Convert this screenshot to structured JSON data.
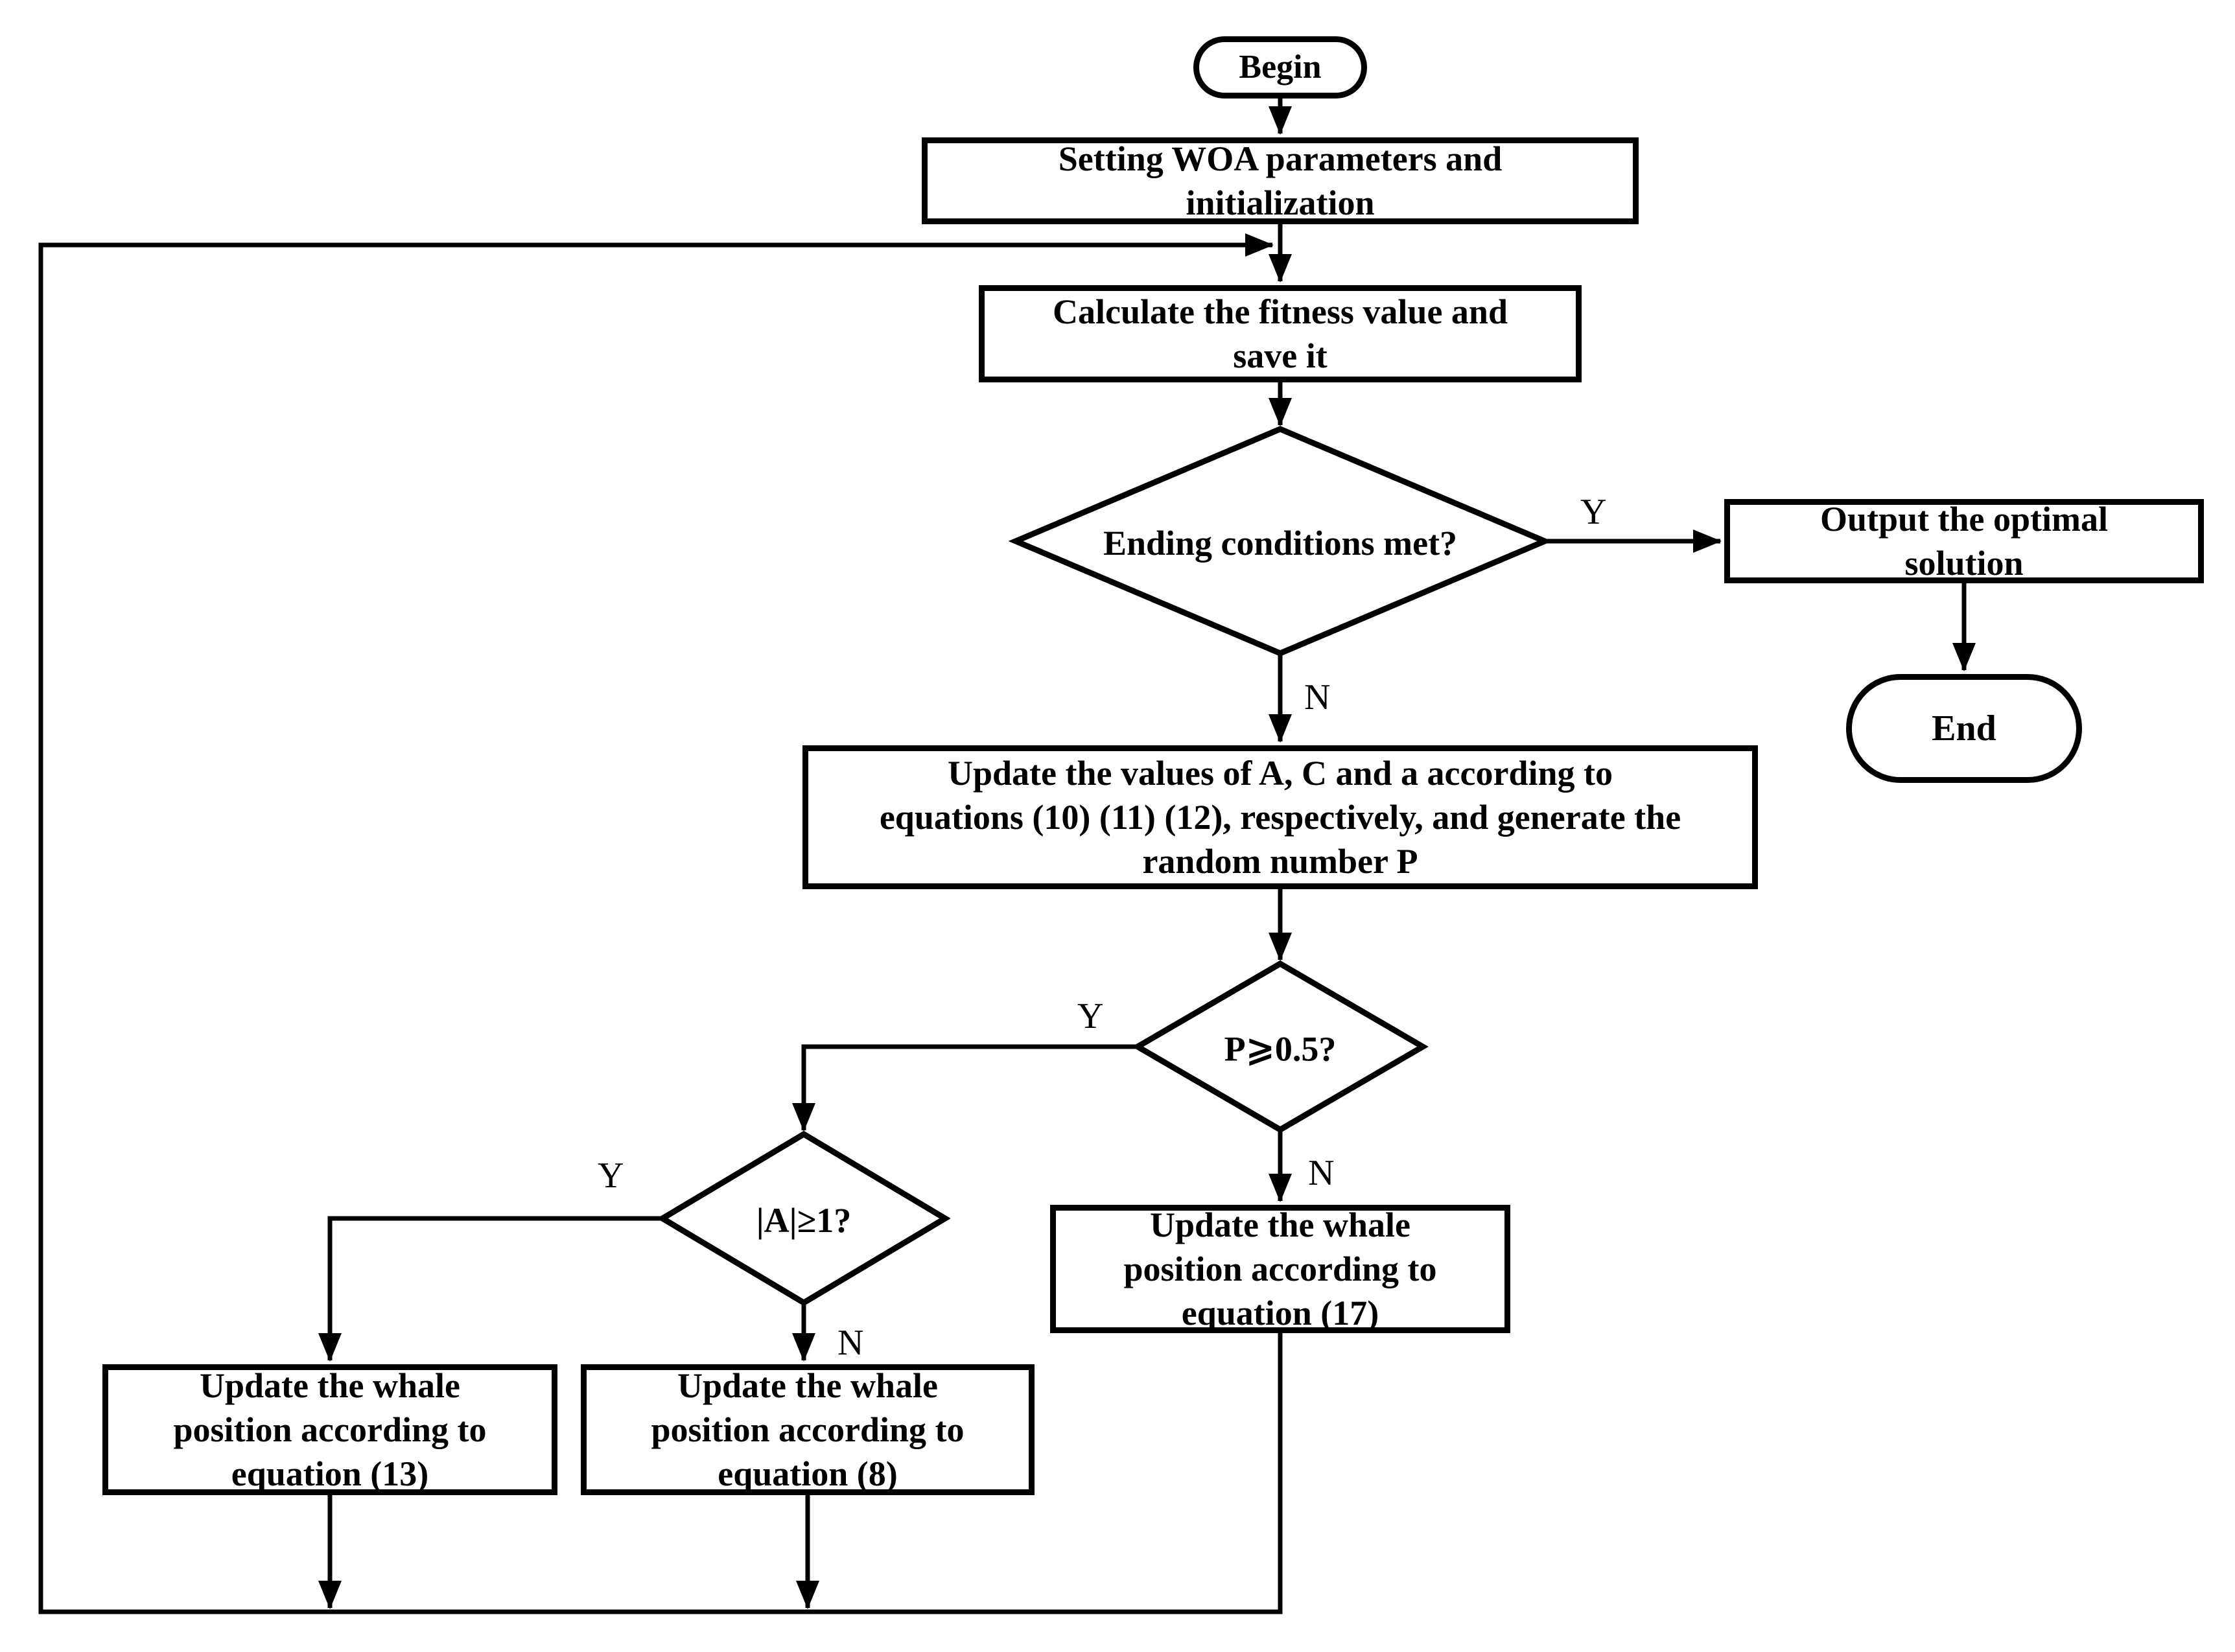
{
  "diagram": {
    "title": "WOA flowchart",
    "colors": {
      "line": "#000000",
      "node_fill": "#ffffff",
      "background": "#ffffff",
      "text": "#000000"
    },
    "nodes": {
      "begin": {
        "type": "terminal",
        "label": "Begin"
      },
      "init": {
        "type": "process",
        "label": "Setting WOA parameters and\ninitialization"
      },
      "fitness": {
        "type": "process",
        "label": "Calculate the fitness value and\nsave it"
      },
      "ending": {
        "type": "decision",
        "label": "Ending conditions met?"
      },
      "output": {
        "type": "process",
        "label": "Output the optimal\nsolution"
      },
      "end": {
        "type": "terminal",
        "label": "End"
      },
      "update_acp": {
        "type": "process",
        "label": "Update the values of A, C and a according to\nequations (10) (11) (12), respectively, and generate the\nrandom number P"
      },
      "p_check": {
        "type": "decision",
        "label": "P⩾0.5?"
      },
      "a_check": {
        "type": "decision",
        "label": "|A|≥1?"
      },
      "eq13": {
        "type": "process",
        "label": "Update the whale\nposition according to\nequation (13)"
      },
      "eq8": {
        "type": "process",
        "label": "Update the whale\nposition according to\nequation (8)"
      },
      "eq17": {
        "type": "process",
        "label": "Update the whale\nposition according to\nequation (17)"
      }
    },
    "edge_labels": {
      "ending_yes": "Y",
      "ending_no": "N",
      "p_yes": "Y",
      "p_no": "N",
      "a_yes": "Y",
      "a_no": "N"
    }
  }
}
